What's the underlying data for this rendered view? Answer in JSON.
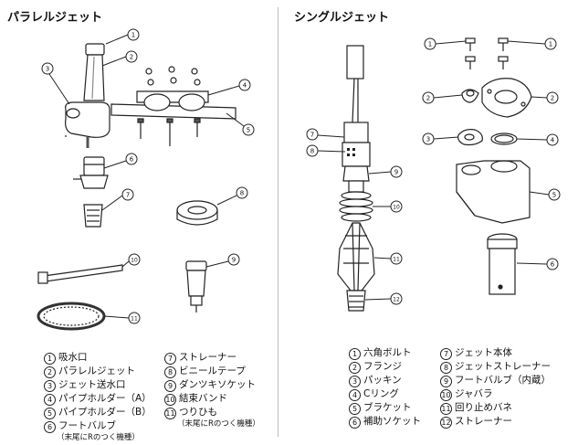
{
  "left": {
    "title": "パラレルジェット",
    "legend_col1": [
      {
        "n": "1",
        "label": "吸水口"
      },
      {
        "n": "2",
        "label": "パラレルジェット"
      },
      {
        "n": "3",
        "label": "ジェット送水口"
      },
      {
        "n": "4",
        "label": "パイプホルダー（A）"
      },
      {
        "n": "5",
        "label": "パイプホルダー（B）"
      },
      {
        "n": "6",
        "label": "フートバルブ"
      }
    ],
    "note1": "（末尾にRのつく機種）",
    "legend_col2": [
      {
        "n": "7",
        "label": "ストレーナー"
      },
      {
        "n": "8",
        "label": "ビニールテープ"
      },
      {
        "n": "9",
        "label": "ダンツキソケット"
      },
      {
        "n": "10",
        "label": "結束バンド"
      },
      {
        "n": "11",
        "label": "つりひも"
      }
    ],
    "note2": "（末尾にRのつく機種）"
  },
  "right": {
    "title": "シングルジェット",
    "legend_col1": [
      {
        "n": "1",
        "label": "六角ボルト"
      },
      {
        "n": "2",
        "label": "フランジ"
      },
      {
        "n": "3",
        "label": "パッキン"
      },
      {
        "n": "4",
        "label": "Cリング"
      },
      {
        "n": "5",
        "label": "ブラケット"
      },
      {
        "n": "6",
        "label": "補助ソケット"
      }
    ],
    "legend_col2": [
      {
        "n": "7",
        "label": "ジェット本体"
      },
      {
        "n": "8",
        "label": "ジェットストレーナー"
      },
      {
        "n": "9",
        "label": "フートバルブ（内蔵）"
      },
      {
        "n": "10",
        "label": "ジャバラ"
      },
      {
        "n": "11",
        "label": "回り止めバネ"
      },
      {
        "n": "12",
        "label": "ストレーナー"
      }
    ]
  },
  "callouts_left": [
    "1",
    "2",
    "3",
    "4",
    "5",
    "6",
    "7",
    "8",
    "9",
    "10",
    "11"
  ],
  "callouts_right": [
    "1",
    "1",
    "2",
    "2",
    "3",
    "4",
    "5",
    "6",
    "7",
    "8",
    "9",
    "10",
    "11",
    "12"
  ]
}
